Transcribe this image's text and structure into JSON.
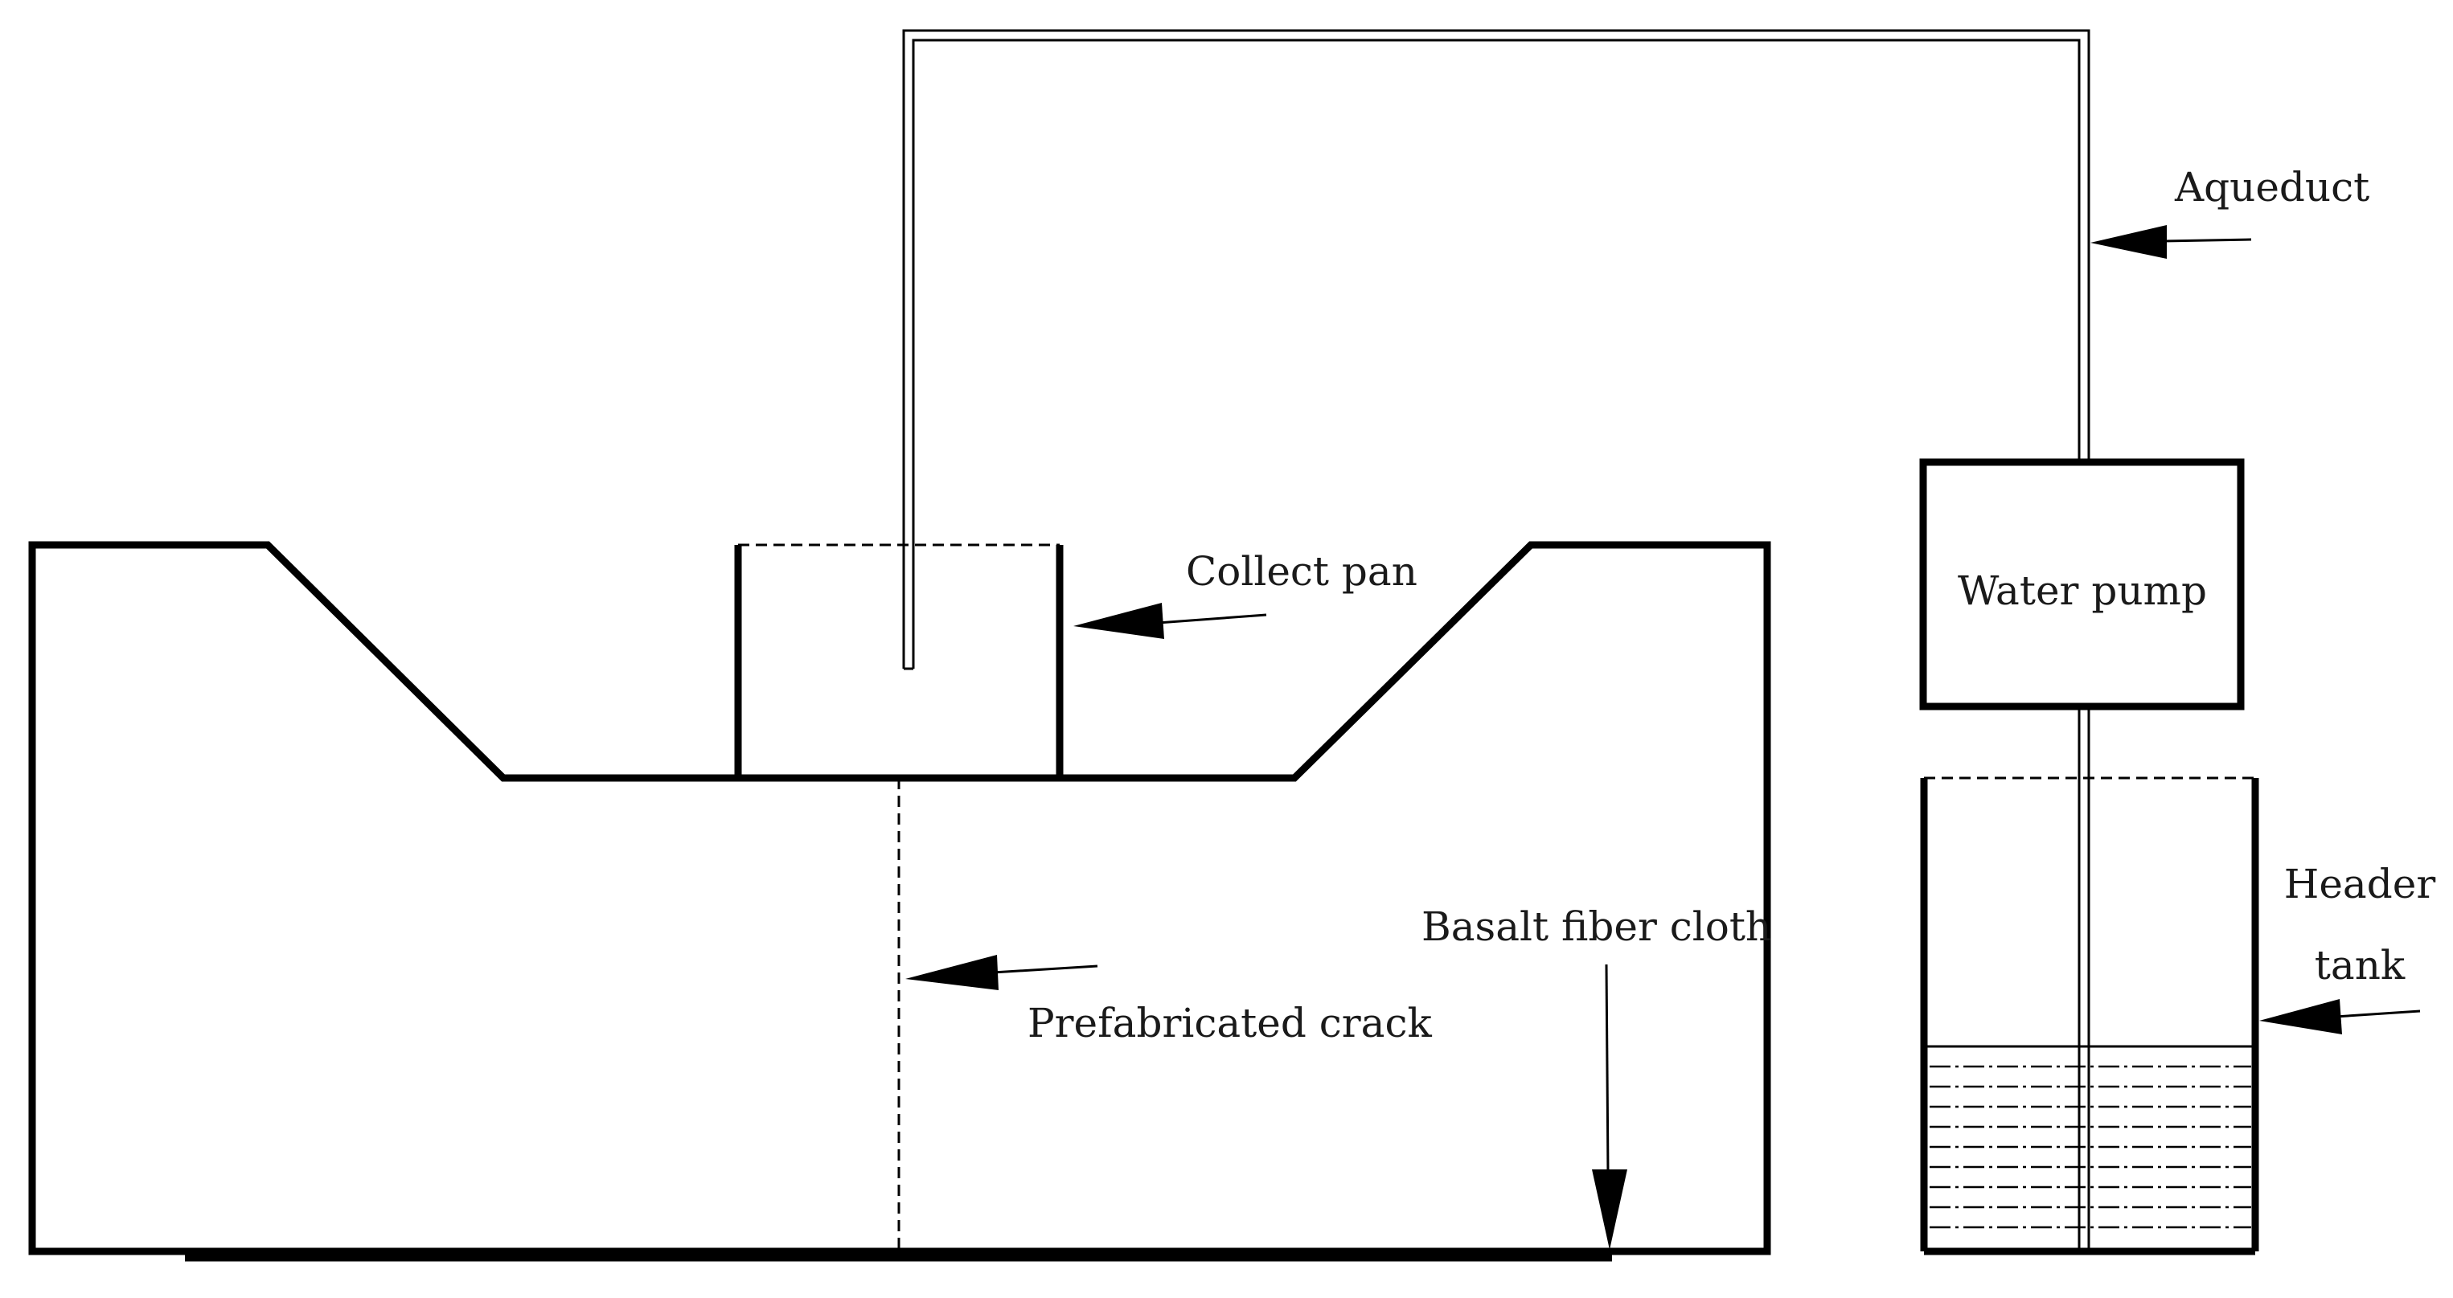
{
  "labels": {
    "aqueduct": "Aqueduct",
    "collect_pan": "Collect pan",
    "water_pump": "Water pump",
    "header_tank_line1": "Header",
    "header_tank_line2": "tank",
    "basalt_fiber_cloth": "Basalt fiber cloth",
    "prefabricated_crack": "Prefabricated crack"
  }
}
